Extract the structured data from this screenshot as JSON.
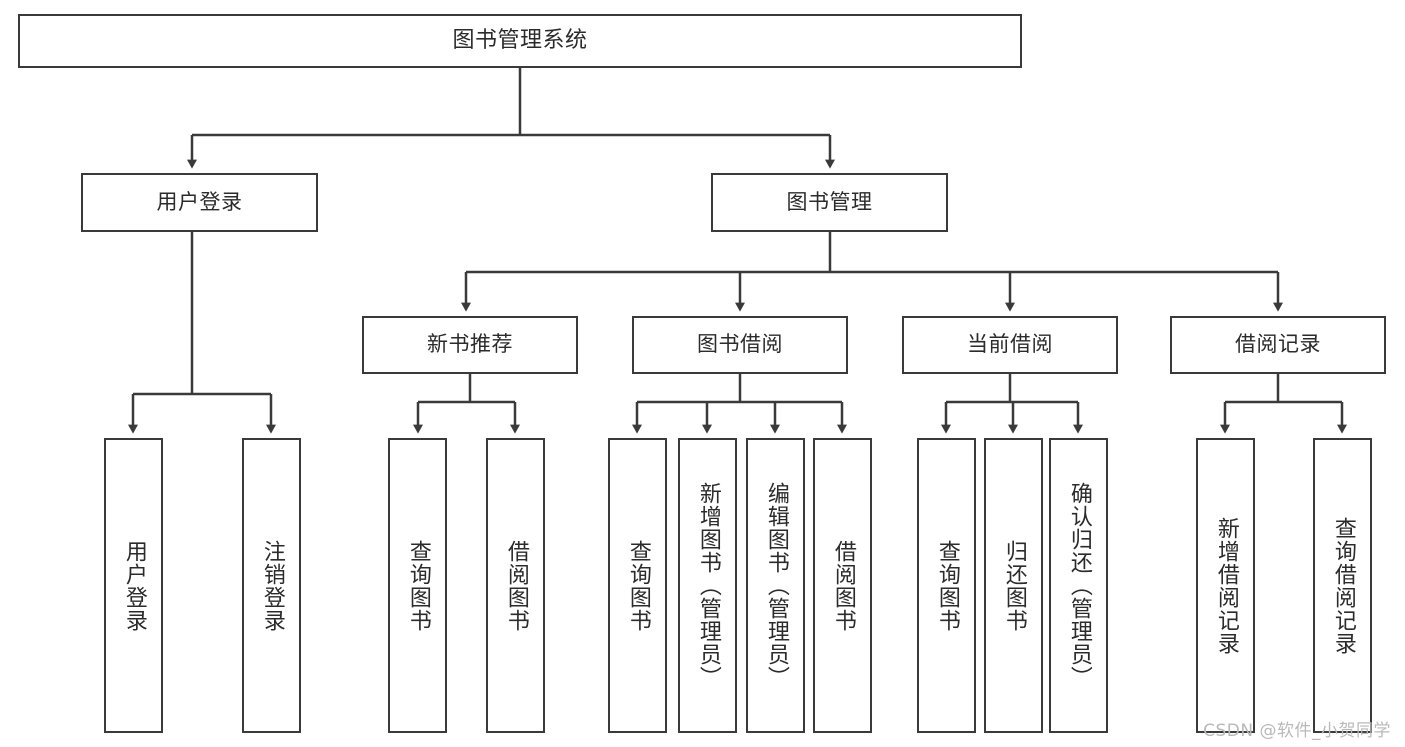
{
  "diagram": {
    "title": "图书管理系统",
    "watermark": "CSDN @软件_小贺同学",
    "type": "tree-hierarchy",
    "levels": 4,
    "nodes": {
      "root": {
        "label": "图书管理系统"
      },
      "level2": [
        {
          "label": "用户登录"
        },
        {
          "label": "图书管理"
        }
      ],
      "level3": [
        {
          "label": "新书推荐"
        },
        {
          "label": "图书借阅"
        },
        {
          "label": "当前借阅"
        },
        {
          "label": "借阅记录"
        }
      ],
      "leaves": {
        "user_login": [
          {
            "label": "用户登录"
          },
          {
            "label": "注销登录"
          }
        ],
        "new_book_recommend": [
          {
            "label": "查询图书"
          },
          {
            "label": "借阅图书"
          }
        ],
        "book_borrow": [
          {
            "label": "查询图书"
          },
          {
            "label": "新增图书（管理员）"
          },
          {
            "label": "编辑图书（管理员）"
          },
          {
            "label": "借阅图书"
          }
        ],
        "current_borrow": [
          {
            "label": "查询图书"
          },
          {
            "label": "归还图书"
          },
          {
            "label": "确认归还（管理员）"
          }
        ],
        "borrow_record": [
          {
            "label": "新增借阅记录"
          },
          {
            "label": "查询借阅记录"
          }
        ]
      }
    },
    "colors": {
      "stroke": "#3a3a3a",
      "fill": "#ffffff",
      "text": "#2b2b2b",
      "watermark": "#b9b9b9"
    }
  }
}
